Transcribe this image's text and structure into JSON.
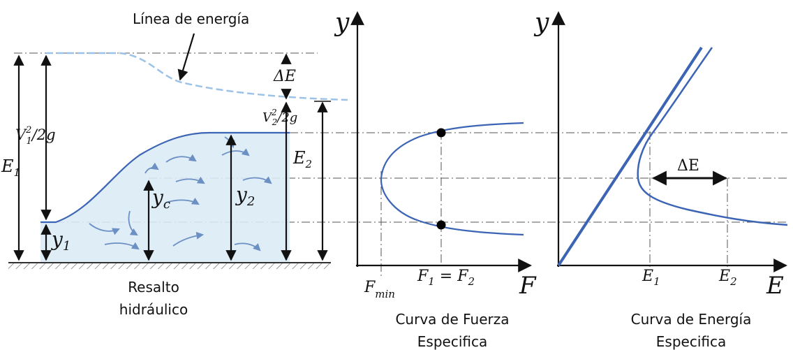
{
  "jump": {
    "energy_line_label": "Línea de energía",
    "delta_e": "ΔE",
    "e1": "E",
    "e1_sub": "1",
    "e2": "E",
    "e2_sub": "2",
    "v1_head": "V",
    "v1_sub": "1",
    "v1_sup": "2",
    "v1_rest": "/2g",
    "v2_head": "V",
    "v2_sub": "2",
    "v2_sup": "2",
    "v2_rest": "/2g",
    "y1": "y",
    "y1_sub": "1",
    "yc": "y",
    "yc_sub": "c",
    "y2": "y",
    "y2_sub": "2",
    "caption_line1": "Resalto",
    "caption_line2": "hidráulico"
  },
  "force_curve": {
    "y_axis": "y",
    "x_axis": "F",
    "fmin": "F",
    "fmin_sub": "min",
    "f_eq_a": "F",
    "f_eq_a_sub": "1",
    "f_eq_mid": " = ",
    "f_eq_b": "F",
    "f_eq_b_sub": "2",
    "caption_line1": "Curva de Fuerza",
    "caption_line2": "Especifica"
  },
  "energy_curve": {
    "y_axis": "y",
    "x_axis": "E",
    "e1": "E",
    "e1_sub": "1",
    "e2": "E",
    "e2_sub": "2",
    "delta_e": "ΔE",
    "caption_line1": "Curva de Energía",
    "caption_line2": "Especifica"
  },
  "colors": {
    "curve": "#3c64b4",
    "energy_line": "#9cc2e8",
    "water": "#dcebf6",
    "ground": "#8a8a8a"
  }
}
